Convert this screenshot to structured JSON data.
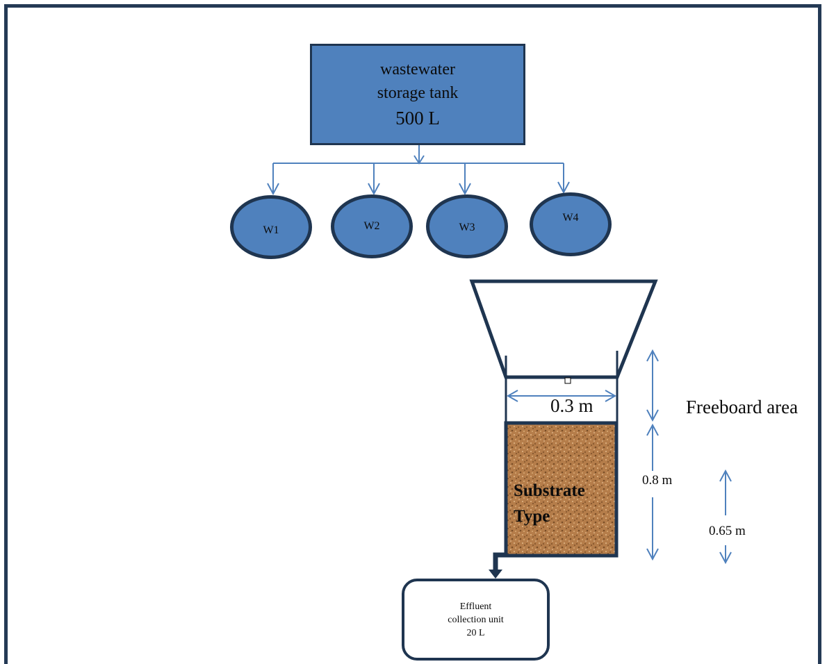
{
  "storage_tank": {
    "line1": "wastewater",
    "line2": "storage tank",
    "line3": "500 L"
  },
  "wells": [
    {
      "label": "W1"
    },
    {
      "label": "W2"
    },
    {
      "label": "W3"
    },
    {
      "label": "W4"
    }
  ],
  "column": {
    "width_label": "0.3 m",
    "freeboard_label": "Freeboard area",
    "substrate_line1": "Substrate",
    "substrate_line2": "Type",
    "height_label": "0.8 m",
    "depth_label": "0.65 m"
  },
  "effluent": {
    "line1": "Effluent",
    "line2": "collection unit",
    "line3": "20 L"
  },
  "colors": {
    "arrow_blue": "#4f81bd",
    "dark_outline": "#1f3550",
    "fill_blue": "#4f81bd",
    "substrate_brown": "#b07a47"
  }
}
